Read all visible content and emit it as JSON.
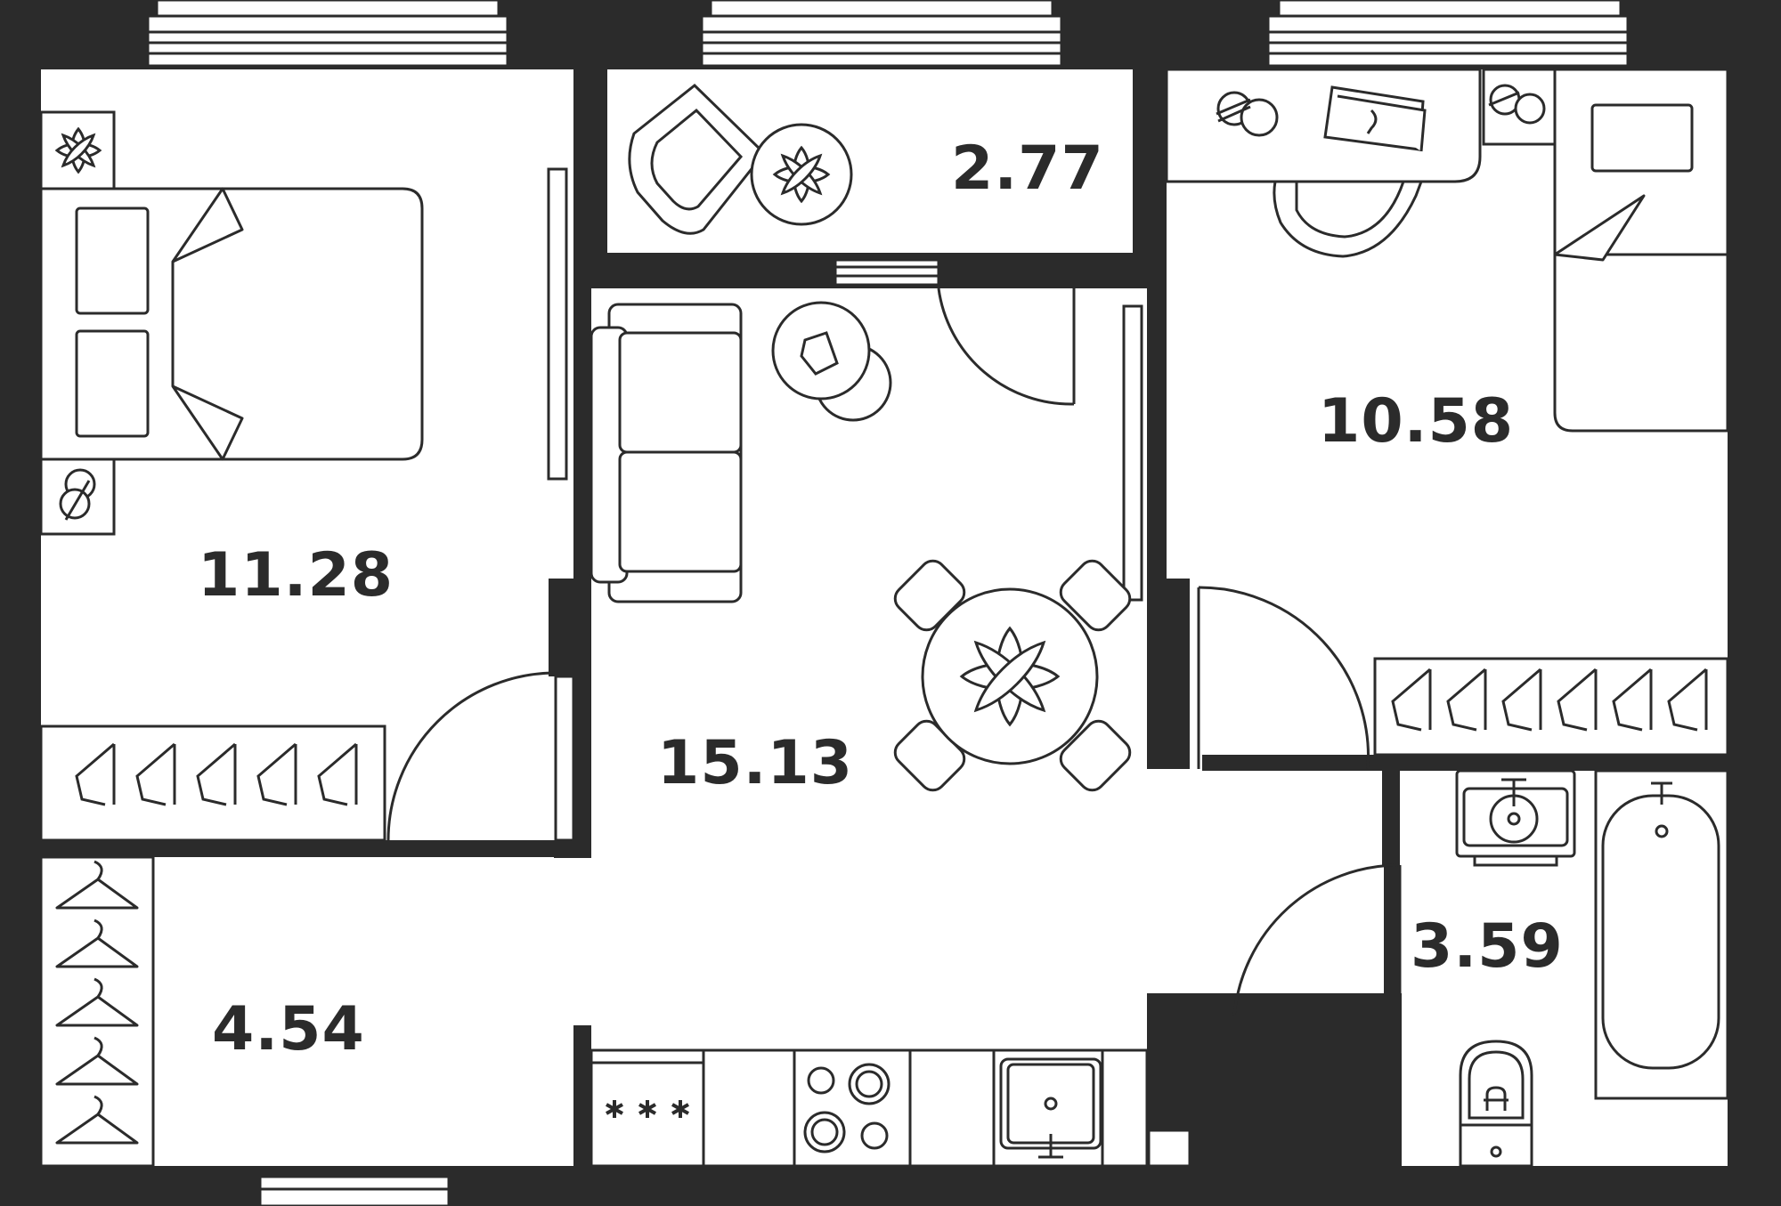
{
  "rooms": {
    "bedroom_1": {
      "area": "11.28"
    },
    "living_kitchen": {
      "area": "15.13"
    },
    "balcony": {
      "area": "2.77"
    },
    "bedroom_2": {
      "area": "10.58"
    },
    "hallway": {
      "area": "4.54"
    },
    "bathroom": {
      "area": "3.59"
    }
  },
  "colors": {
    "wall": "#2b2b2b",
    "floor": "#ffffff",
    "line": "#2b2b2b"
  },
  "icons": [
    "bed-icon",
    "flower-icon",
    "lamp-icon",
    "armchair-icon",
    "sofa-icon",
    "dining-table-icon",
    "desk-icon",
    "hanger-icon",
    "stove-icon",
    "sink-icon",
    "bathtub-icon",
    "toilet-icon",
    "washbasin-icon"
  ]
}
